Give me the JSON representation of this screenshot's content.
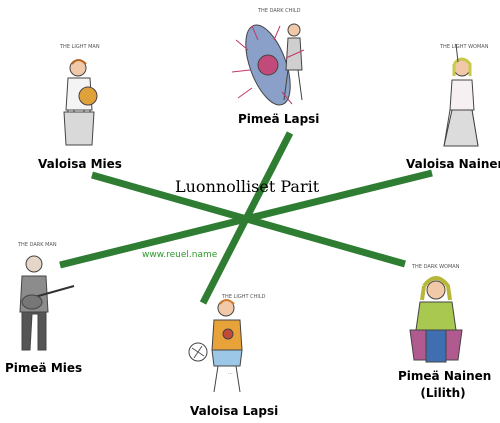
{
  "title": "Luonnolliset Parit",
  "website": "www.reuel.name",
  "figures": {
    "dark_child": {
      "name": "Pimeä Lapsi",
      "caption": "THE DARK CHILD"
    },
    "light_man": {
      "name": "Valoisa Mies",
      "caption": "THE LIGHT MAN"
    },
    "light_woman": {
      "name": "Valoisa Nainen",
      "caption": "THE LIGHT WOMAN"
    },
    "dark_man": {
      "name": "Pimeä Mies",
      "caption": "THE DARK MAN"
    },
    "light_child": {
      "name": "Valoisa Lapsi",
      "caption": "THE LIGHT CHILD"
    },
    "dark_woman": {
      "name": "Pimeä Nainen",
      "name_line2": "(Lilith)",
      "caption": "THE DARK WOMAN"
    }
  },
  "colors": {
    "connector": "#2e7d32",
    "link": "#2e9a2e"
  }
}
